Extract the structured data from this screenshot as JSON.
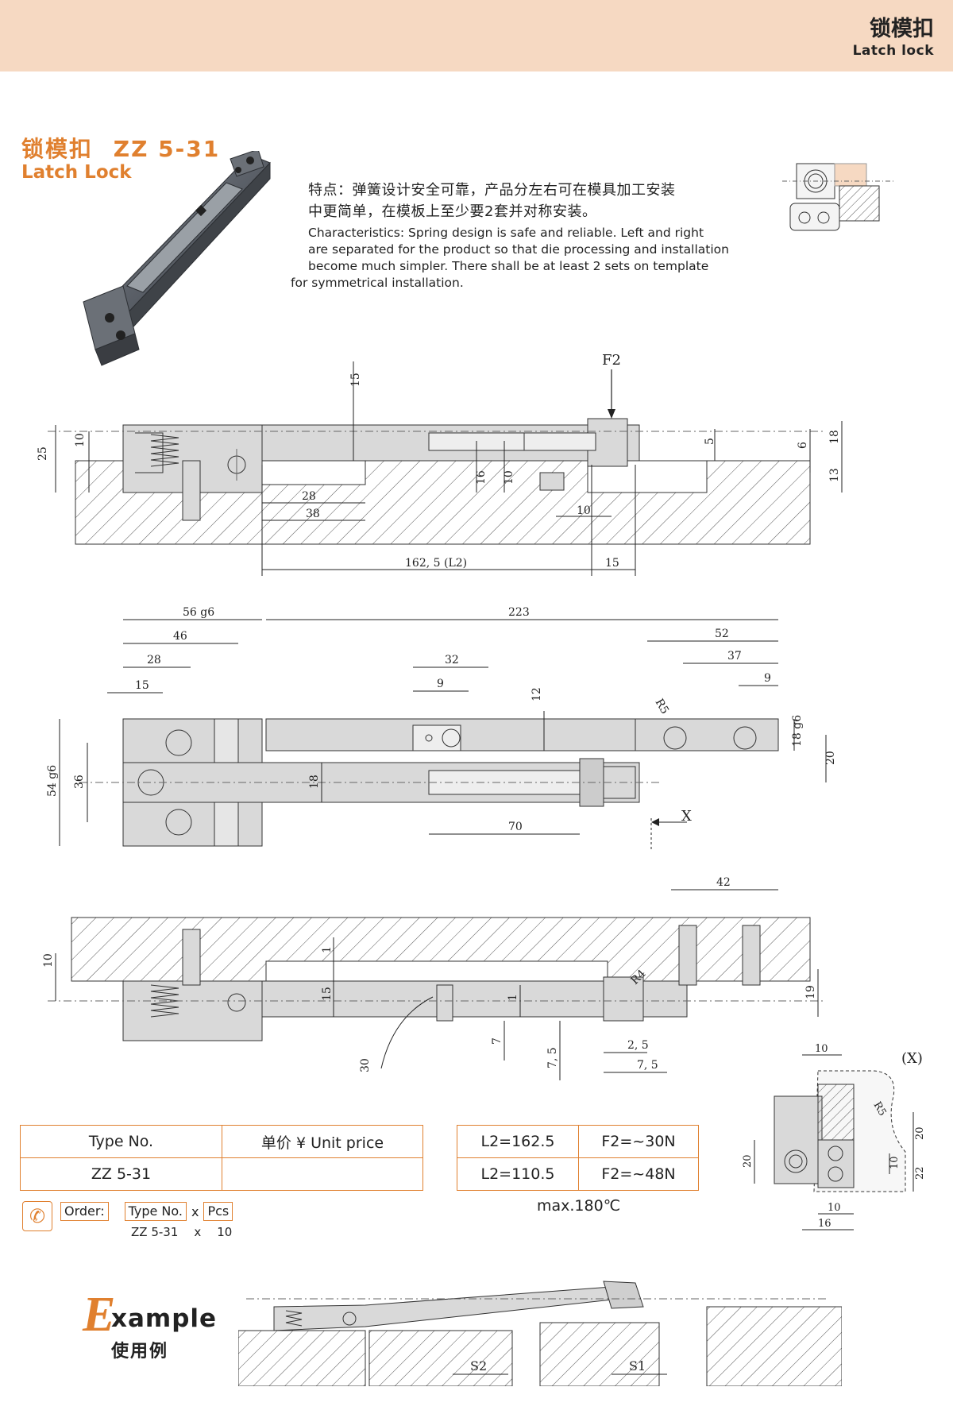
{
  "header": {
    "title_zh": "锁模扣",
    "title_en": "Latch lock"
  },
  "product": {
    "name_zh": "锁模扣",
    "model": "ZZ 5-31",
    "name_en": "Latch Lock"
  },
  "features": {
    "zh_line1": "特点：弹簧设计安全可靠，产品分左右可在模具加工安装",
    "zh_line2": "中更简单，在模板上至少要2套并对称安装。",
    "en_line1": "Characteristics: Spring design is safe and reliable. Left and right",
    "en_line2": "are separated for the product so that die processing and installation",
    "en_line3": "become much simpler. There shall be at least 2 sets on template",
    "en_line4": "for symmetrical installation."
  },
  "drawing1": {
    "F2": "F2",
    "d15": "15",
    "d10": "10",
    "d25": "25",
    "d28": "28",
    "d38": "38",
    "d16": "16",
    "d10b": "10",
    "d10c": "10",
    "d5": "5",
    "d6": "6",
    "d18": "18",
    "d13": "13",
    "L2": "162, 5  (L2)",
    "d15b": "15"
  },
  "drawing2": {
    "d56": "56  g6",
    "d46": "46",
    "d28": "28",
    "d15": "15",
    "d223": "223",
    "d52": "52",
    "d37": "37",
    "d9": "9",
    "d32": "32",
    "d9b": "9",
    "d12": "12",
    "R5": "R5",
    "d18g6": "18 g6",
    "d20": "20",
    "d54": "54 g6",
    "d36": "36",
    "d18": "18",
    "d70": "70",
    "X": "X"
  },
  "drawing3": {
    "d42": "42",
    "d10": "10",
    "d1": "1",
    "d15": "15",
    "d1b": "1",
    "R4": "R4",
    "d19": "19",
    "d30": "30",
    "d7": "7",
    "d75": "7, 5",
    "d25": "2, 5",
    "d75b": "7, 5"
  },
  "detailX": {
    "label": "(X)",
    "d10": "10",
    "R5": "R5",
    "d20": "20",
    "d20b": "20",
    "d10b": "10",
    "d22": "22",
    "d10c": "10",
    "d16": "16"
  },
  "table1": {
    "col1_header": "Type No.",
    "col2_header": "单价 ¥ Unit price",
    "row1_col1": "ZZ 5-31",
    "row1_col2": ""
  },
  "table2": {
    "r1c1": "L2=162.5",
    "r1c2": "F2=~30N",
    "r2c1": "L2=110.5",
    "r2c2": "F2=~48N",
    "note": "max.180℃"
  },
  "order": {
    "label": "Order:",
    "type_label": "Type No.",
    "x": "x",
    "pcs_label": "Pcs",
    "type_value": "ZZ 5-31",
    "x2": "x",
    "qty": "10"
  },
  "example": {
    "letter": "E",
    "rest": "xample",
    "zh": "使用例",
    "S2": "S2",
    "S1": "S1"
  },
  "colors": {
    "accent": "#e0802f",
    "header_bg": "#f6d9c2",
    "part_gray": "#d9d9d9"
  }
}
